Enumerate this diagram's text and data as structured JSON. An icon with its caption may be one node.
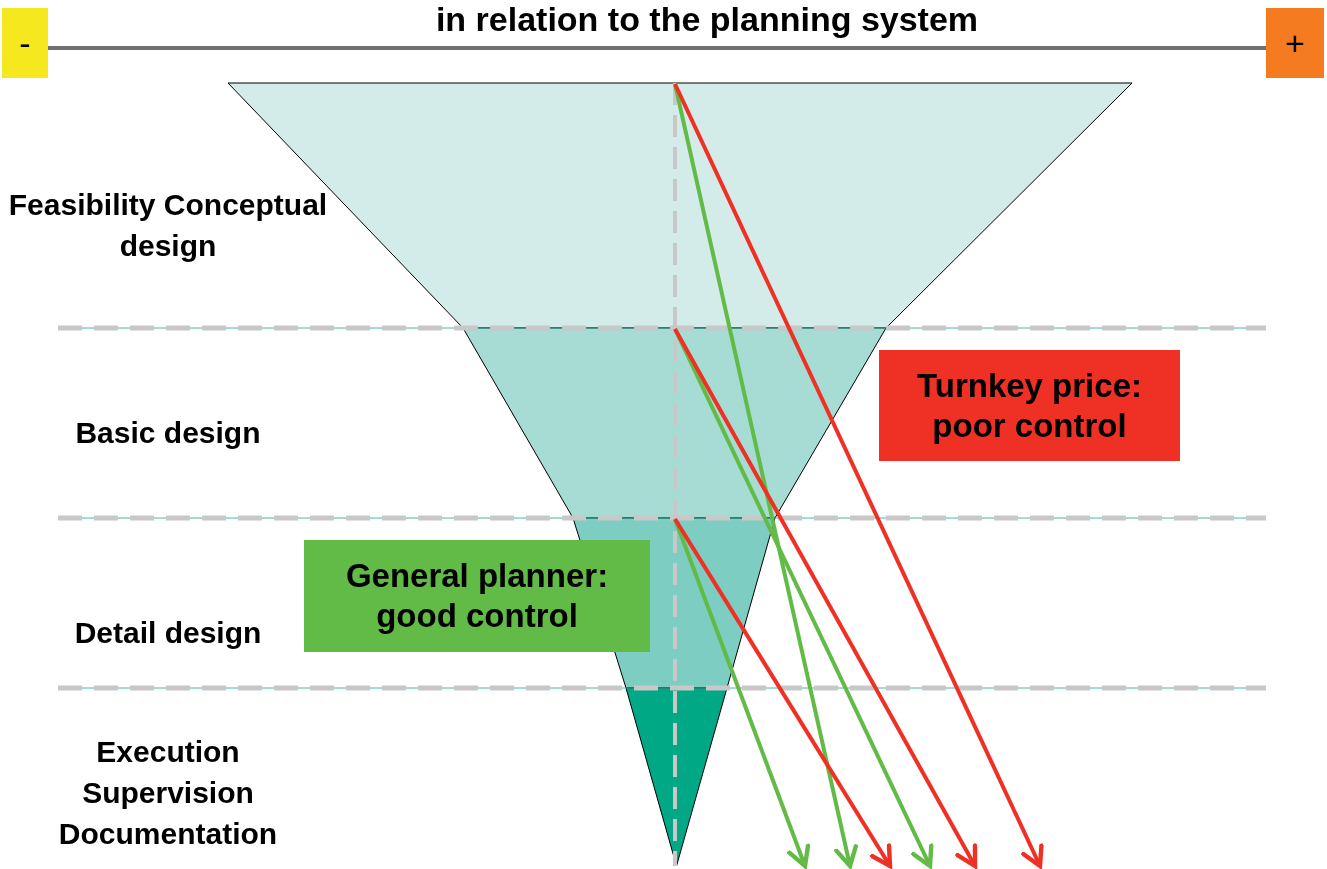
{
  "diagram": {
    "title": "in relation to the planning system",
    "nodes": [
      {
        "text": [
          "-"
        ]
      },
      {
        "text": [
          "+"
        ]
      },
      {
        "text": [],
        "shape": "trapezoid"
      },
      {
        "text": [],
        "shape": "trapezoid"
      },
      {
        "text": [],
        "shape": "trapezoid"
      },
      {
        "text": [],
        "shape": "triangle"
      },
      {
        "text": [
          "Turnkey price: poor control"
        ]
      },
      {
        "text": [
          "General planner: good control"
        ]
      }
    ],
    "edges": [
      {
        "from": 0,
        "to": 1,
        "arrow": "none",
        "color": "#707070"
      },
      {
        "from": 2,
        "to": null,
        "arrow": "to",
        "color": "#62bb46"
      },
      {
        "from": 2,
        "to": null,
        "arrow": "to",
        "color": "#ee3124"
      },
      {
        "from": 3,
        "to": null,
        "arrow": "to",
        "color": "#62bb46"
      },
      {
        "from": 3,
        "to": null,
        "arrow": "to",
        "color": "#ee3124"
      },
      {
        "from": 4,
        "to": null,
        "arrow": "to",
        "color": "#62bb46"
      },
      {
        "from": 4,
        "to": null,
        "arrow": "to",
        "color": "#ee3124"
      }
    ],
    "labels": [
      "Feasibility Conceptual design",
      "Basic design",
      "Detail design",
      "Execution Supervision Documentation"
    ]
  }
}
